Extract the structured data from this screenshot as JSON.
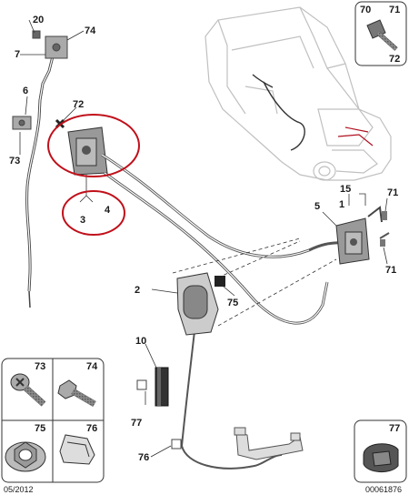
{
  "diagram": {
    "callouts": [
      {
        "id": "20",
        "text": "20"
      },
      {
        "id": "74a",
        "text": "74"
      },
      {
        "id": "7",
        "text": "7"
      },
      {
        "id": "6",
        "text": "6"
      },
      {
        "id": "72",
        "text": "72"
      },
      {
        "id": "73",
        "text": "73"
      },
      {
        "id": "3",
        "text": "3"
      },
      {
        "id": "4",
        "text": "4"
      },
      {
        "id": "15",
        "text": "15"
      },
      {
        "id": "1",
        "text": "1"
      },
      {
        "id": "71a",
        "text": "71"
      },
      {
        "id": "5",
        "text": "5"
      },
      {
        "id": "71b",
        "text": "71"
      },
      {
        "id": "2",
        "text": "2"
      },
      {
        "id": "75",
        "text": "75"
      },
      {
        "id": "10",
        "text": "10"
      },
      {
        "id": "77",
        "text": "77"
      },
      {
        "id": "76",
        "text": "76"
      }
    ],
    "boxes": {
      "box_70_71": {
        "a": "70",
        "b": "71",
        "c": "72"
      },
      "box_73": "73",
      "box_74": "74",
      "box_75": "75",
      "box_76": "76",
      "box_77": "77"
    },
    "footer": {
      "date": "05/2012",
      "ref": "00061876"
    },
    "accent_color": "#c0101a"
  }
}
